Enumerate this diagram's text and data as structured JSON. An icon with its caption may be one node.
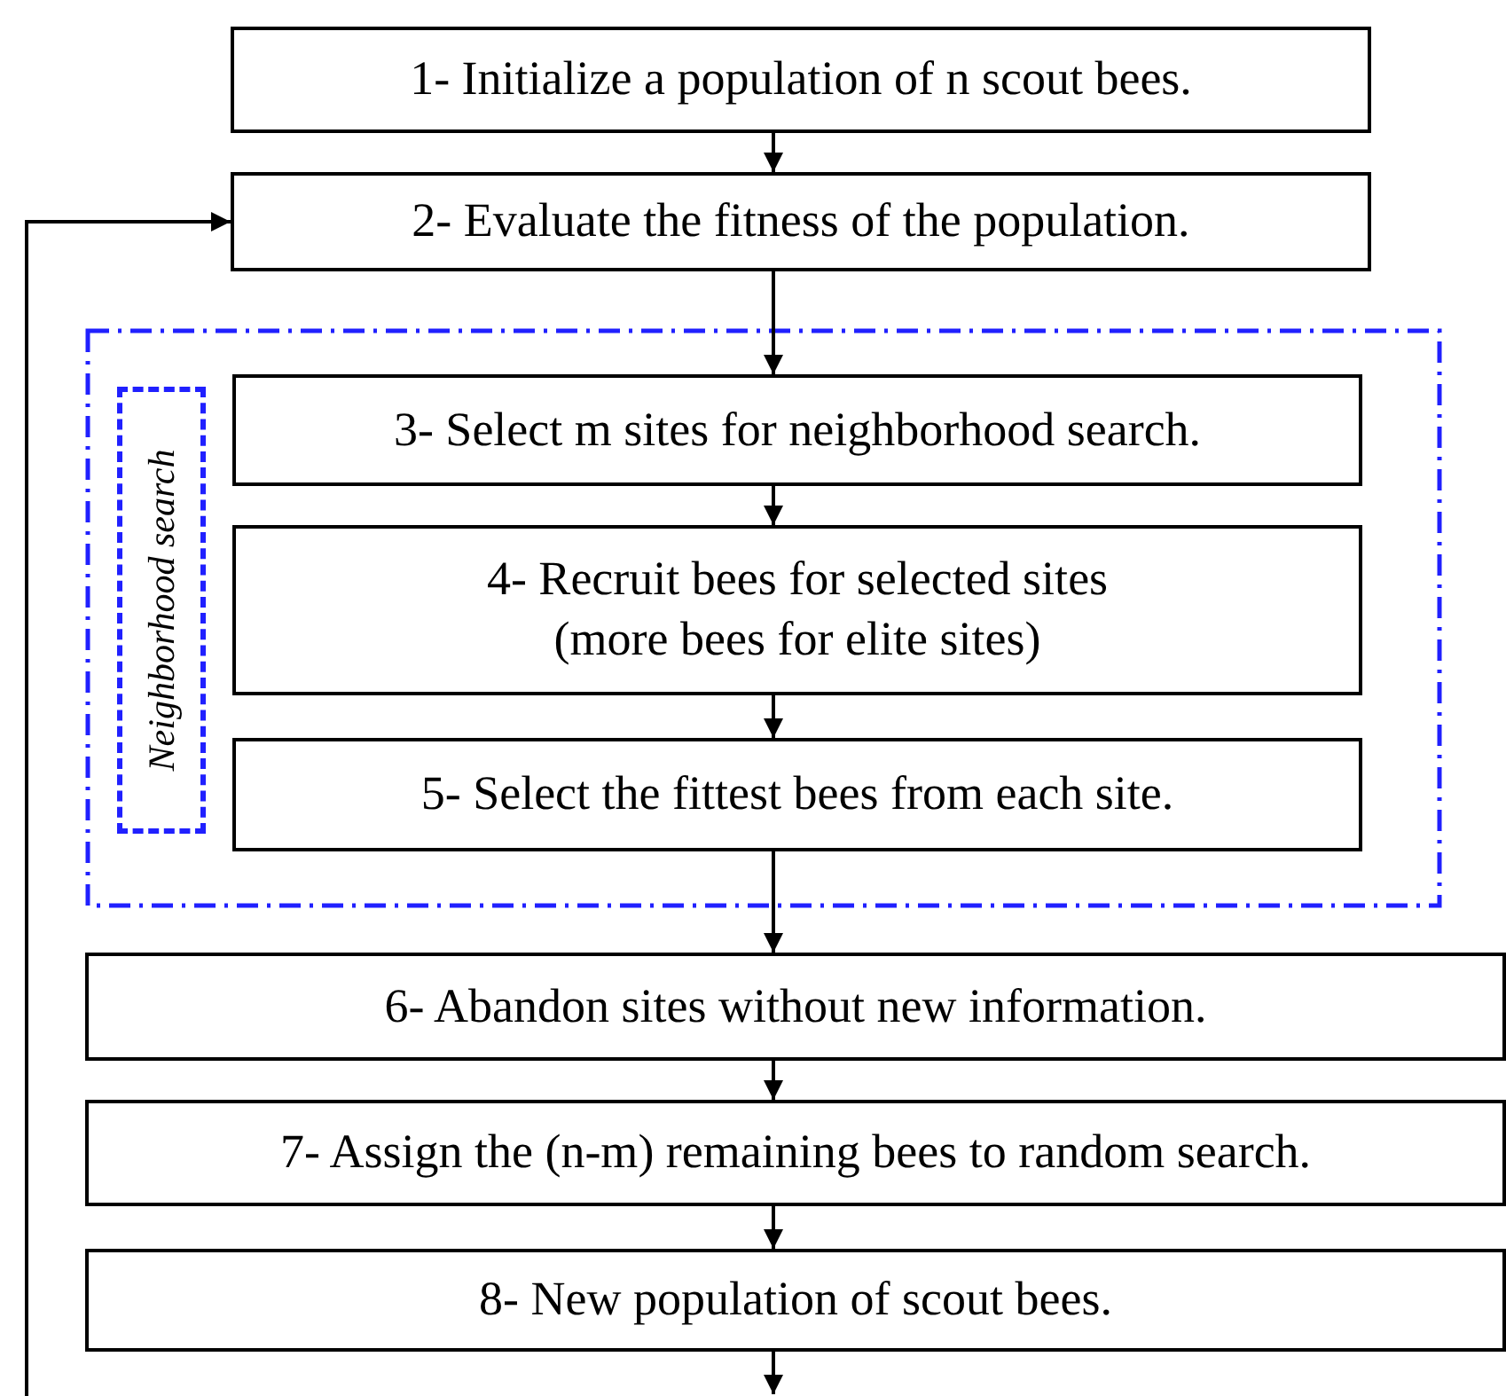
{
  "diagram": {
    "nodes": [
      {
        "text": [
          "1- Initialize a population of n scout bees."
        ]
      },
      {
        "text": [
          "2- Evaluate the fitness of the population."
        ]
      },
      {
        "text": [],
        "shape": "box"
      },
      {
        "text": [
          "Neighborhood search"
        ],
        "in": 2
      },
      {
        "text": [
          "3- Select m sites for neighborhood search."
        ],
        "in": 2
      },
      {
        "text": [
          "4- Recruit bees for selected sites (more bees for elite sites)"
        ],
        "in": 2
      },
      {
        "text": [
          "5- Select the fittest bees from each site."
        ],
        "in": 2
      },
      {
        "text": [
          "6- Abandon sites without new information."
        ]
      },
      {
        "text": [
          "7- Assign the (n-m) remaining bees to random search."
        ]
      },
      {
        "text": [
          "8- New population of scout bees."
        ]
      }
    ],
    "edges": [
      {
        "from": 0,
        "to": 1,
        "arrow": "to"
      },
      {
        "from": 1,
        "to": 4,
        "arrow": "to"
      },
      {
        "from": 4,
        "to": 5,
        "arrow": "to"
      },
      {
        "from": 5,
        "to": 6,
        "arrow": "to"
      },
      {
        "from": 6,
        "to": 7,
        "arrow": "to"
      },
      {
        "from": 7,
        "to": 8,
        "arrow": "to"
      },
      {
        "from": 8,
        "to": 9,
        "arrow": "to"
      },
      {
        "from": 9,
        "to": null,
        "arrow": "to"
      },
      {
        "from": null,
        "to": 1,
        "arrow": "to"
      }
    ]
  }
}
